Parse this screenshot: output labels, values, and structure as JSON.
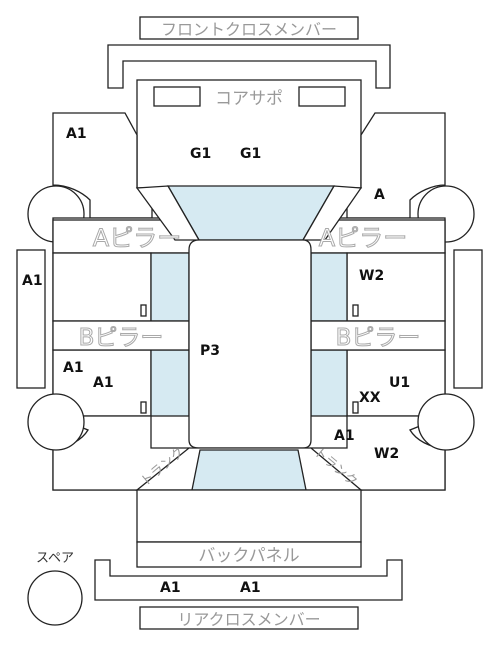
{
  "parts": {
    "front_cross_member": "フロントクロスメンバー",
    "core_support": "コアサポ",
    "a_pillar_left": "Aピラー",
    "a_pillar_right": "Aピラー",
    "b_pillar_left": "Bピラー",
    "b_pillar_right": "Bピラー",
    "back_panel": "バックパネル",
    "rear_cross_member": "リアクロスメンバー",
    "spare": "スペア",
    "trunk_left": "トランク",
    "trunk_right": "トランク"
  },
  "marks": {
    "front_left_fender": "A1",
    "core_g1_left": "G1",
    "core_g1_right": "G1",
    "front_right_fender": "A",
    "left_rocker": "A1",
    "right_front_door": "W2",
    "roof": "P3",
    "left_rear_door_1": "A1",
    "left_rear_door_2": "A1",
    "right_rear_door_u1": "U1",
    "right_rear_door_xx": "XX",
    "right_rear_fender_a1": "A1",
    "right_rear_fender_w2": "W2",
    "rear_left": "A1",
    "rear_right": "A1"
  }
}
